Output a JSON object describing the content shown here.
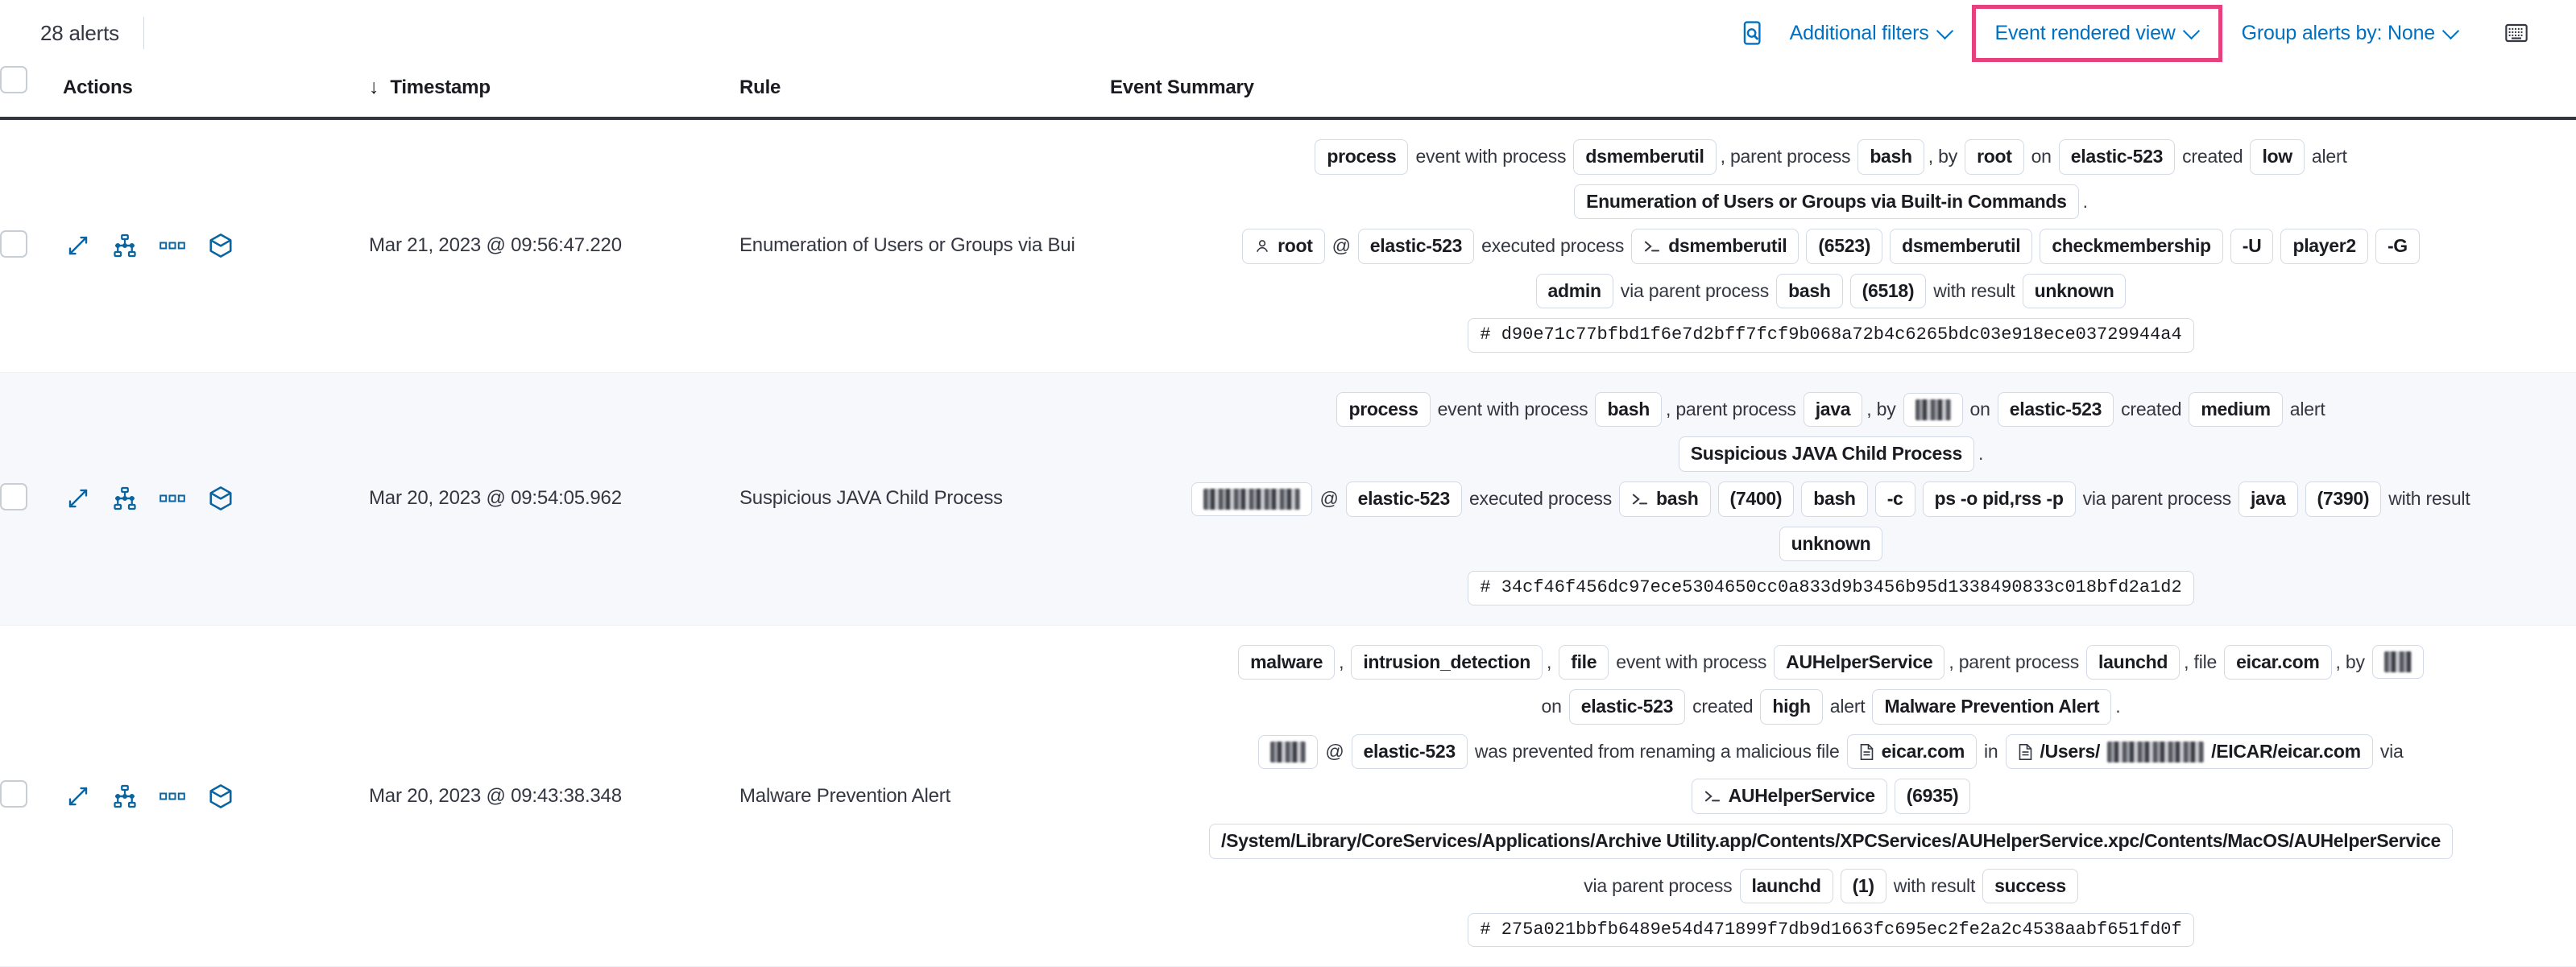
{
  "toolbar": {
    "alert_count": "28 alerts",
    "inspect_icon": "inspect-search-icon",
    "additional_filters": "Additional filters",
    "event_rendered_view": "Event rendered view",
    "group_alerts_by": "Group alerts by: None",
    "fields_browser_icon": "fields-browser-icon",
    "highlight_color": "#e7407f",
    "link_color": "#0071c2"
  },
  "table": {
    "columns": {
      "select_all": "",
      "actions": "Actions",
      "timestamp": "Timestamp",
      "timestamp_sort": "↓",
      "rule": "Rule",
      "event_summary": "Event Summary"
    },
    "row_action_icons": [
      "expand-icon",
      "session-view-icon",
      "more-actions-icon",
      "analyzer-cube-icon"
    ],
    "rows": [
      {
        "timestamp": "Mar 21, 2023 @ 09:56:47.220",
        "rule": "Enumeration of Users or Groups via Bui",
        "summary_lines": [
          [
            {
              "t": "chip",
              "v": "process"
            },
            {
              "t": "txt",
              "v": "event with process"
            },
            {
              "t": "chip",
              "v": "dsmemberutil"
            },
            {
              "t": "punc",
              "v": ", parent process"
            },
            {
              "t": "chip",
              "v": "bash"
            },
            {
              "t": "punc",
              "v": ", by"
            },
            {
              "t": "chip",
              "v": "root"
            },
            {
              "t": "txt",
              "v": "on"
            },
            {
              "t": "chip",
              "v": "elastic-523"
            },
            {
              "t": "txt",
              "v": "created"
            },
            {
              "t": "chip",
              "v": "low"
            },
            {
              "t": "txt",
              "v": "alert"
            }
          ],
          [
            {
              "t": "chip",
              "v": "Enumeration of Users or Groups via Built-in Commands"
            },
            {
              "t": "punc",
              "v": "."
            }
          ],
          [
            {
              "t": "chip-user",
              "v": "root"
            },
            {
              "t": "txt",
              "v": "@"
            },
            {
              "t": "chip",
              "v": "elastic-523"
            },
            {
              "t": "txt",
              "v": "executed process"
            },
            {
              "t": "chip-proc",
              "v": "dsmemberutil"
            },
            {
              "t": "chip",
              "v": "(6523)"
            },
            {
              "t": "chip",
              "v": "dsmemberutil"
            },
            {
              "t": "chip",
              "v": "checkmembership"
            },
            {
              "t": "chip",
              "v": "-U"
            },
            {
              "t": "chip",
              "v": "player2"
            },
            {
              "t": "chip",
              "v": "-G"
            }
          ],
          [
            {
              "t": "chip",
              "v": "admin"
            },
            {
              "t": "txt",
              "v": "via parent process"
            },
            {
              "t": "chip",
              "v": "bash"
            },
            {
              "t": "chip",
              "v": "(6518)"
            },
            {
              "t": "txt",
              "v": "with result"
            },
            {
              "t": "chip",
              "v": "unknown"
            }
          ],
          [
            {
              "t": "chip-hash",
              "v": "d90e71c77bfbd1f6e7d2bff7fcf9b068a72b4c6265bdc03e918ece03729944a4"
            }
          ]
        ]
      },
      {
        "timestamp": "Mar 20, 2023 @ 09:54:05.962",
        "rule": "Suspicious JAVA Child Process",
        "summary_lines": [
          [
            {
              "t": "chip",
              "v": "process"
            },
            {
              "t": "txt",
              "v": "event with process"
            },
            {
              "t": "chip",
              "v": "bash"
            },
            {
              "t": "punc",
              "v": ", parent process"
            },
            {
              "t": "chip",
              "v": "java"
            },
            {
              "t": "punc",
              "v": ", by"
            },
            {
              "t": "chip-redact",
              "v": "w2"
            },
            {
              "t": "txt",
              "v": "on"
            },
            {
              "t": "chip",
              "v": "elastic-523"
            },
            {
              "t": "txt",
              "v": "created"
            },
            {
              "t": "chip",
              "v": "medium"
            },
            {
              "t": "txt",
              "v": "alert"
            }
          ],
          [
            {
              "t": "chip",
              "v": "Suspicious JAVA Child Process"
            },
            {
              "t": "punc",
              "v": "."
            }
          ],
          [
            {
              "t": "chip-redact",
              "v": "w3"
            },
            {
              "t": "txt",
              "v": "@"
            },
            {
              "t": "chip",
              "v": "elastic-523"
            },
            {
              "t": "txt",
              "v": "executed process"
            },
            {
              "t": "chip-proc",
              "v": "bash"
            },
            {
              "t": "chip",
              "v": "(7400)"
            },
            {
              "t": "chip",
              "v": "bash"
            },
            {
              "t": "chip",
              "v": "-c"
            },
            {
              "t": "chip",
              "v": "ps -o pid,rss -p"
            },
            {
              "t": "txt",
              "v": "via parent process"
            },
            {
              "t": "chip",
              "v": "java"
            },
            {
              "t": "chip",
              "v": "(7390)"
            },
            {
              "t": "txt",
              "v": "with result"
            }
          ],
          [
            {
              "t": "chip",
              "v": "unknown"
            }
          ],
          [
            {
              "t": "chip-hash",
              "v": "34cf46f456dc97ece5304650cc0a833d9b3456b95d1338490833c018bfd2a1d2"
            }
          ]
        ]
      },
      {
        "timestamp": "Mar 20, 2023 @ 09:43:38.348",
        "rule": "Malware Prevention Alert",
        "summary_lines": [
          [
            {
              "t": "chip",
              "v": "malware"
            },
            {
              "t": "punc",
              "v": ","
            },
            {
              "t": "chip",
              "v": "intrusion_detection"
            },
            {
              "t": "punc",
              "v": ","
            },
            {
              "t": "chip",
              "v": "file"
            },
            {
              "t": "txt",
              "v": "event with process"
            },
            {
              "t": "chip",
              "v": "AUHelperService"
            },
            {
              "t": "punc",
              "v": ", parent process"
            },
            {
              "t": "chip",
              "v": "launchd"
            },
            {
              "t": "punc",
              "v": ", file"
            },
            {
              "t": "chip",
              "v": "eicar.com"
            },
            {
              "t": "punc",
              "v": ", by"
            },
            {
              "t": "chip-redact",
              "v": "w1"
            }
          ],
          [
            {
              "t": "txt",
              "v": "on"
            },
            {
              "t": "chip",
              "v": "elastic-523"
            },
            {
              "t": "txt",
              "v": "created"
            },
            {
              "t": "chip",
              "v": "high"
            },
            {
              "t": "txt",
              "v": "alert"
            },
            {
              "t": "chip",
              "v": "Malware Prevention Alert"
            },
            {
              "t": "punc",
              "v": "."
            }
          ],
          [
            {
              "t": "chip-redact",
              "v": "w2"
            },
            {
              "t": "txt",
              "v": "@"
            },
            {
              "t": "chip",
              "v": "elastic-523"
            },
            {
              "t": "txt",
              "v": "was prevented from renaming a malicious file"
            },
            {
              "t": "chip-file",
              "v": "eicar.com"
            },
            {
              "t": "txt",
              "v": "in"
            },
            {
              "t": "chip-file-redact",
              "v": "/Users/",
              "v2": "/EICAR/eicar.com"
            },
            {
              "t": "txt",
              "v": "via"
            }
          ],
          [
            {
              "t": "chip-proc",
              "v": "AUHelperService"
            },
            {
              "t": "chip",
              "v": "(6935)"
            }
          ],
          [
            {
              "t": "chip",
              "v": "/System/Library/CoreServices/Applications/Archive Utility.app/Contents/XPCServices/AUHelperService.xpc/Contents/MacOS/AUHelperService"
            }
          ],
          [
            {
              "t": "txt",
              "v": "via parent process"
            },
            {
              "t": "chip",
              "v": "launchd"
            },
            {
              "t": "chip",
              "v": "(1)"
            },
            {
              "t": "txt",
              "v": "with result"
            },
            {
              "t": "chip",
              "v": "success"
            }
          ],
          [
            {
              "t": "chip-hash",
              "v": "275a021bbfb6489e54d471899f7db9d1663fc695ec2fe2a2c4538aabf651fd0f"
            }
          ]
        ]
      }
    ]
  }
}
